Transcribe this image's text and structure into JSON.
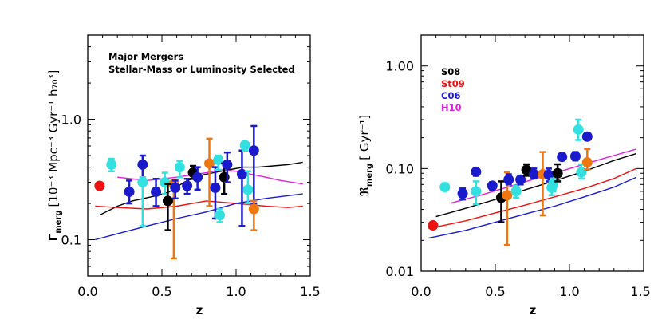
{
  "chart_data": [
    {
      "type": "scatter",
      "annotations": [
        "Major Mergers",
        "Stellar-Mass or Luminosity Selected"
      ],
      "xlabel": "z",
      "ylabel": "Γmerg [10⁻³ Mpc⁻³ Gyr⁻¹ h70³]",
      "ylabel_main": "Γ",
      "ylabel_sub": "merg",
      "ylabel_rest": "[10⁻³ Mpc⁻³ Gyr⁻¹ h₇₀³]",
      "xlim": [
        0.0,
        1.5
      ],
      "ylim": [
        0.05,
        5.0
      ],
      "yscale": "log",
      "xticks": [
        "0.0",
        "0.5",
        "1.0",
        "1.5"
      ],
      "yticks": [
        "0.1",
        "1.0"
      ],
      "colors": {
        "black": "#000000",
        "red": "#ee1111",
        "blue": "#1a1acc",
        "magenta": "#e020e0",
        "cyan": "#33e0e0",
        "orange": "#ee7711"
      },
      "lines": [
        {
          "color": "#000000",
          "x": [
            0.08,
            0.2,
            0.3,
            0.45,
            0.55,
            0.65,
            0.75,
            0.85,
            0.95,
            1.05,
            1.15,
            1.25,
            1.35,
            1.45
          ],
          "y": [
            0.16,
            0.19,
            0.21,
            0.23,
            0.25,
            0.3,
            0.34,
            0.36,
            0.38,
            0.4,
            0.4,
            0.41,
            0.42,
            0.44
          ]
        },
        {
          "color": "#ee1111",
          "x": [
            0.05,
            0.2,
            0.4,
            0.6,
            0.8,
            1.0,
            1.2,
            1.35,
            1.45
          ],
          "y": [
            0.19,
            0.185,
            0.18,
            0.19,
            0.21,
            0.2,
            0.19,
            0.185,
            0.19
          ]
        },
        {
          "color": "#1a1acc",
          "x": [
            0.05,
            0.2,
            0.4,
            0.6,
            0.8,
            1.0,
            1.2,
            1.45
          ],
          "y": [
            0.1,
            0.112,
            0.13,
            0.15,
            0.17,
            0.2,
            0.22,
            0.24
          ]
        },
        {
          "color": "#e020e0",
          "x": [
            0.2,
            0.4,
            0.6,
            0.8,
            0.9,
            1.0,
            1.1,
            1.2,
            1.3,
            1.45
          ],
          "y": [
            0.33,
            0.31,
            0.33,
            0.36,
            0.38,
            0.37,
            0.35,
            0.33,
            0.31,
            0.29
          ]
        }
      ],
      "points": [
        {
          "x": 0.08,
          "y": 0.28,
          "lo": 0.28,
          "hi": 0.28,
          "color": "#ee1111"
        },
        {
          "x": 0.16,
          "y": 0.42,
          "lo": 0.37,
          "hi": 0.47,
          "color": "#33e0e0"
        },
        {
          "x": 0.28,
          "y": 0.25,
          "lo": 0.2,
          "hi": 0.31,
          "color": "#1a1acc"
        },
        {
          "x": 0.37,
          "y": 0.42,
          "lo": 0.32,
          "hi": 0.5,
          "color": "#1a1acc"
        },
        {
          "x": 0.37,
          "y": 0.3,
          "lo": 0.13,
          "hi": 0.33,
          "color": "#33e0e0"
        },
        {
          "x": 0.46,
          "y": 0.25,
          "lo": 0.19,
          "hi": 0.32,
          "color": "#1a1acc"
        },
        {
          "x": 0.52,
          "y": 0.3,
          "lo": 0.24,
          "hi": 0.36,
          "color": "#33e0e0"
        },
        {
          "x": 0.58,
          "y": 0.29,
          "lo": 0.07,
          "hi": 0.29,
          "color": "#ee7711"
        },
        {
          "x": 0.54,
          "y": 0.21,
          "lo": 0.12,
          "hi": 0.29,
          "color": "#000000"
        },
        {
          "x": 0.59,
          "y": 0.27,
          "lo": 0.22,
          "hi": 0.31,
          "color": "#1a1acc"
        },
        {
          "x": 0.62,
          "y": 0.4,
          "lo": 0.33,
          "hi": 0.45,
          "color": "#33e0e0"
        },
        {
          "x": 0.67,
          "y": 0.28,
          "lo": 0.24,
          "hi": 0.32,
          "color": "#1a1acc"
        },
        {
          "x": 0.71,
          "y": 0.36,
          "lo": 0.32,
          "hi": 0.41,
          "color": "#000000"
        },
        {
          "x": 0.74,
          "y": 0.33,
          "lo": 0.26,
          "hi": 0.4,
          "color": "#1a1acc"
        },
        {
          "x": 0.82,
          "y": 0.43,
          "lo": 0.19,
          "hi": 0.69,
          "color": "#ee7711"
        },
        {
          "x": 0.86,
          "y": 0.27,
          "lo": 0.15,
          "hi": 0.4,
          "color": "#1a1acc"
        },
        {
          "x": 0.88,
          "y": 0.46,
          "lo": 0.38,
          "hi": 0.5,
          "color": "#33e0e0"
        },
        {
          "x": 0.89,
          "y": 0.16,
          "lo": 0.14,
          "hi": 0.18,
          "color": "#33e0e0"
        },
        {
          "x": 0.92,
          "y": 0.33,
          "lo": 0.24,
          "hi": 0.43,
          "color": "#000000"
        },
        {
          "x": 0.94,
          "y": 0.42,
          "lo": 0.3,
          "hi": 0.53,
          "color": "#1a1acc"
        },
        {
          "x": 1.04,
          "y": 0.35,
          "lo": 0.13,
          "hi": 0.55,
          "color": "#1a1acc"
        },
        {
          "x": 1.06,
          "y": 0.61,
          "lo": 0.55,
          "hi": 0.65,
          "color": "#33e0e0"
        },
        {
          "x": 1.08,
          "y": 0.26,
          "lo": 0.2,
          "hi": 0.37,
          "color": "#33e0e0"
        },
        {
          "x": 1.12,
          "y": 0.55,
          "lo": 0.2,
          "hi": 0.88,
          "color": "#1a1acc"
        },
        {
          "x": 1.12,
          "y": 0.18,
          "lo": 0.12,
          "hi": 0.21,
          "color": "#ee7711"
        }
      ]
    },
    {
      "type": "scatter",
      "xlabel": "z",
      "ylabel": "ℜmerg [ Gyr⁻¹]",
      "ylabel_main": "ℜ",
      "ylabel_sub": "merg",
      "ylabel_rest": "[ Gyr⁻¹]",
      "xlim": [
        0.0,
        1.5
      ],
      "ylim": [
        0.01,
        2.0
      ],
      "yscale": "log",
      "xticks": [
        "0.0",
        "0.5",
        "1.0",
        "1.5"
      ],
      "yticks": [
        "0.01",
        "0.10",
        "1.00"
      ],
      "legend": {
        "placement": "top-left",
        "entries": [
          {
            "label": "S08",
            "color": "#000000"
          },
          {
            "label": "St09",
            "color": "#ee1111"
          },
          {
            "label": "C06",
            "color": "#1a1acc"
          },
          {
            "label": "H10",
            "color": "#e020e0"
          }
        ]
      },
      "lines": [
        {
          "color": "#000000",
          "x": [
            0.1,
            0.3,
            0.5,
            0.7,
            0.9,
            1.1,
            1.3,
            1.45
          ],
          "y": [
            0.034,
            0.041,
            0.05,
            0.062,
            0.076,
            0.094,
            0.12,
            0.14
          ]
        },
        {
          "color": "#ee1111",
          "x": [
            0.05,
            0.3,
            0.5,
            0.7,
            0.9,
            1.1,
            1.3,
            1.45
          ],
          "y": [
            0.026,
            0.031,
            0.037,
            0.044,
            0.053,
            0.064,
            0.08,
            0.1
          ]
        },
        {
          "color": "#1a1acc",
          "x": [
            0.05,
            0.3,
            0.5,
            0.7,
            0.9,
            1.1,
            1.3,
            1.45
          ],
          "y": [
            0.021,
            0.025,
            0.03,
            0.036,
            0.043,
            0.053,
            0.066,
            0.082
          ]
        },
        {
          "color": "#e020e0",
          "x": [
            0.2,
            0.4,
            0.6,
            0.8,
            1.0,
            1.2,
            1.45
          ],
          "y": [
            0.046,
            0.055,
            0.067,
            0.082,
            0.1,
            0.122,
            0.155
          ]
        }
      ],
      "points": [
        {
          "x": 0.08,
          "y": 0.028,
          "lo": 0.028,
          "hi": 0.028,
          "color": "#ee1111"
        },
        {
          "x": 0.16,
          "y": 0.066,
          "lo": 0.061,
          "hi": 0.072,
          "color": "#33e0e0"
        },
        {
          "x": 0.28,
          "y": 0.057,
          "lo": 0.05,
          "hi": 0.064,
          "color": "#1a1acc"
        },
        {
          "x": 0.37,
          "y": 0.093,
          "lo": 0.085,
          "hi": 0.1,
          "color": "#1a1acc"
        },
        {
          "x": 0.37,
          "y": 0.06,
          "lo": 0.045,
          "hi": 0.075,
          "color": "#33e0e0"
        },
        {
          "x": 0.48,
          "y": 0.068,
          "lo": 0.062,
          "hi": 0.074,
          "color": "#1a1acc"
        },
        {
          "x": 0.54,
          "y": 0.052,
          "lo": 0.03,
          "hi": 0.075,
          "color": "#000000"
        },
        {
          "x": 0.58,
          "y": 0.055,
          "lo": 0.018,
          "hi": 0.092,
          "color": "#ee7711"
        },
        {
          "x": 0.59,
          "y": 0.078,
          "lo": 0.07,
          "hi": 0.088,
          "color": "#1a1acc"
        },
        {
          "x": 0.64,
          "y": 0.06,
          "lo": 0.052,
          "hi": 0.068,
          "color": "#33e0e0"
        },
        {
          "x": 0.67,
          "y": 0.078,
          "lo": 0.07,
          "hi": 0.085,
          "color": "#1a1acc"
        },
        {
          "x": 0.71,
          "y": 0.097,
          "lo": 0.085,
          "hi": 0.11,
          "color": "#000000"
        },
        {
          "x": 0.76,
          "y": 0.088,
          "lo": 0.08,
          "hi": 0.1,
          "color": "#1a1acc"
        },
        {
          "x": 0.82,
          "y": 0.088,
          "lo": 0.035,
          "hi": 0.145,
          "color": "#ee7711"
        },
        {
          "x": 0.86,
          "y": 0.087,
          "lo": 0.075,
          "hi": 0.1,
          "color": "#1a1acc"
        },
        {
          "x": 0.88,
          "y": 0.065,
          "lo": 0.055,
          "hi": 0.075,
          "color": "#33e0e0"
        },
        {
          "x": 0.89,
          "y": 0.07,
          "lo": 0.06,
          "hi": 0.08,
          "color": "#33e0e0"
        },
        {
          "x": 0.92,
          "y": 0.09,
          "lo": 0.075,
          "hi": 0.11,
          "color": "#000000"
        },
        {
          "x": 0.95,
          "y": 0.13,
          "lo": 0.12,
          "hi": 0.14,
          "color": "#1a1acc"
        },
        {
          "x": 1.04,
          "y": 0.132,
          "lo": 0.12,
          "hi": 0.145,
          "color": "#1a1acc"
        },
        {
          "x": 1.06,
          "y": 0.24,
          "lo": 0.19,
          "hi": 0.3,
          "color": "#33e0e0"
        },
        {
          "x": 1.08,
          "y": 0.092,
          "lo": 0.08,
          "hi": 0.11,
          "color": "#33e0e0"
        },
        {
          "x": 1.12,
          "y": 0.205,
          "lo": 0.19,
          "hi": 0.22,
          "color": "#1a1acc"
        },
        {
          "x": 1.12,
          "y": 0.115,
          "lo": 0.098,
          "hi": 0.155,
          "color": "#ee7711"
        }
      ]
    }
  ]
}
